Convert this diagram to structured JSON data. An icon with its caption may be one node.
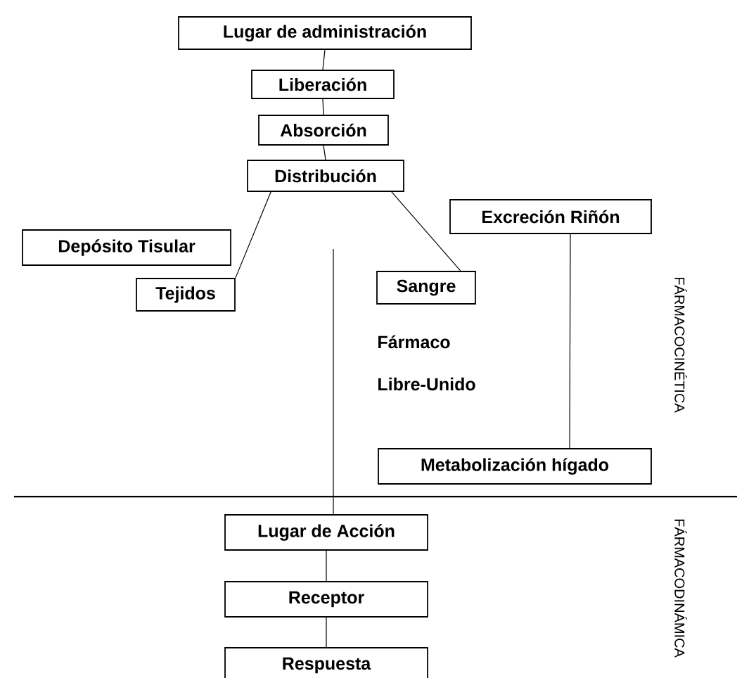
{
  "diagram": {
    "nodes": [
      {
        "text": [
          "Lugar de administración"
        ]
      },
      {
        "text": [
          "Liberación"
        ]
      },
      {
        "text": [
          "Absorción"
        ]
      },
      {
        "text": [
          "Distribución"
        ]
      },
      {
        "text": [
          "Depósito Tisular"
        ]
      },
      {
        "text": [
          "Tejidos"
        ]
      },
      {
        "text": [
          "Sangre"
        ]
      },
      {
        "text": [
          "Excreción Riñón"
        ]
      },
      {
        "text": [
          "Metabolización hígado"
        ]
      },
      {
        "text": [
          "Lugar de Acción"
        ]
      },
      {
        "text": [
          "Receptor"
        ]
      },
      {
        "text": [
          "Respuesta"
        ]
      }
    ],
    "edges": [
      {
        "from": 0,
        "to": 1,
        "arrow": "none"
      },
      {
        "from": 1,
        "to": 2,
        "arrow": "none"
      },
      {
        "from": 2,
        "to": 3,
        "arrow": "none"
      },
      {
        "from": 3,
        "to": 5,
        "arrow": "none"
      },
      {
        "from": 3,
        "to": 6,
        "arrow": "none"
      },
      {
        "from": 7,
        "to": 8,
        "arrow": "none"
      },
      {
        "from": null,
        "to": 9,
        "arrow": "none"
      },
      {
        "from": 9,
        "to": 10,
        "arrow": "none"
      },
      {
        "from": 10,
        "to": 11,
        "arrow": "none"
      }
    ],
    "labels": [
      "Fármaco",
      "Libre-Unido",
      "FÁRMACOCINÉTICA",
      "FÁRMACODINÁMICA"
    ]
  }
}
